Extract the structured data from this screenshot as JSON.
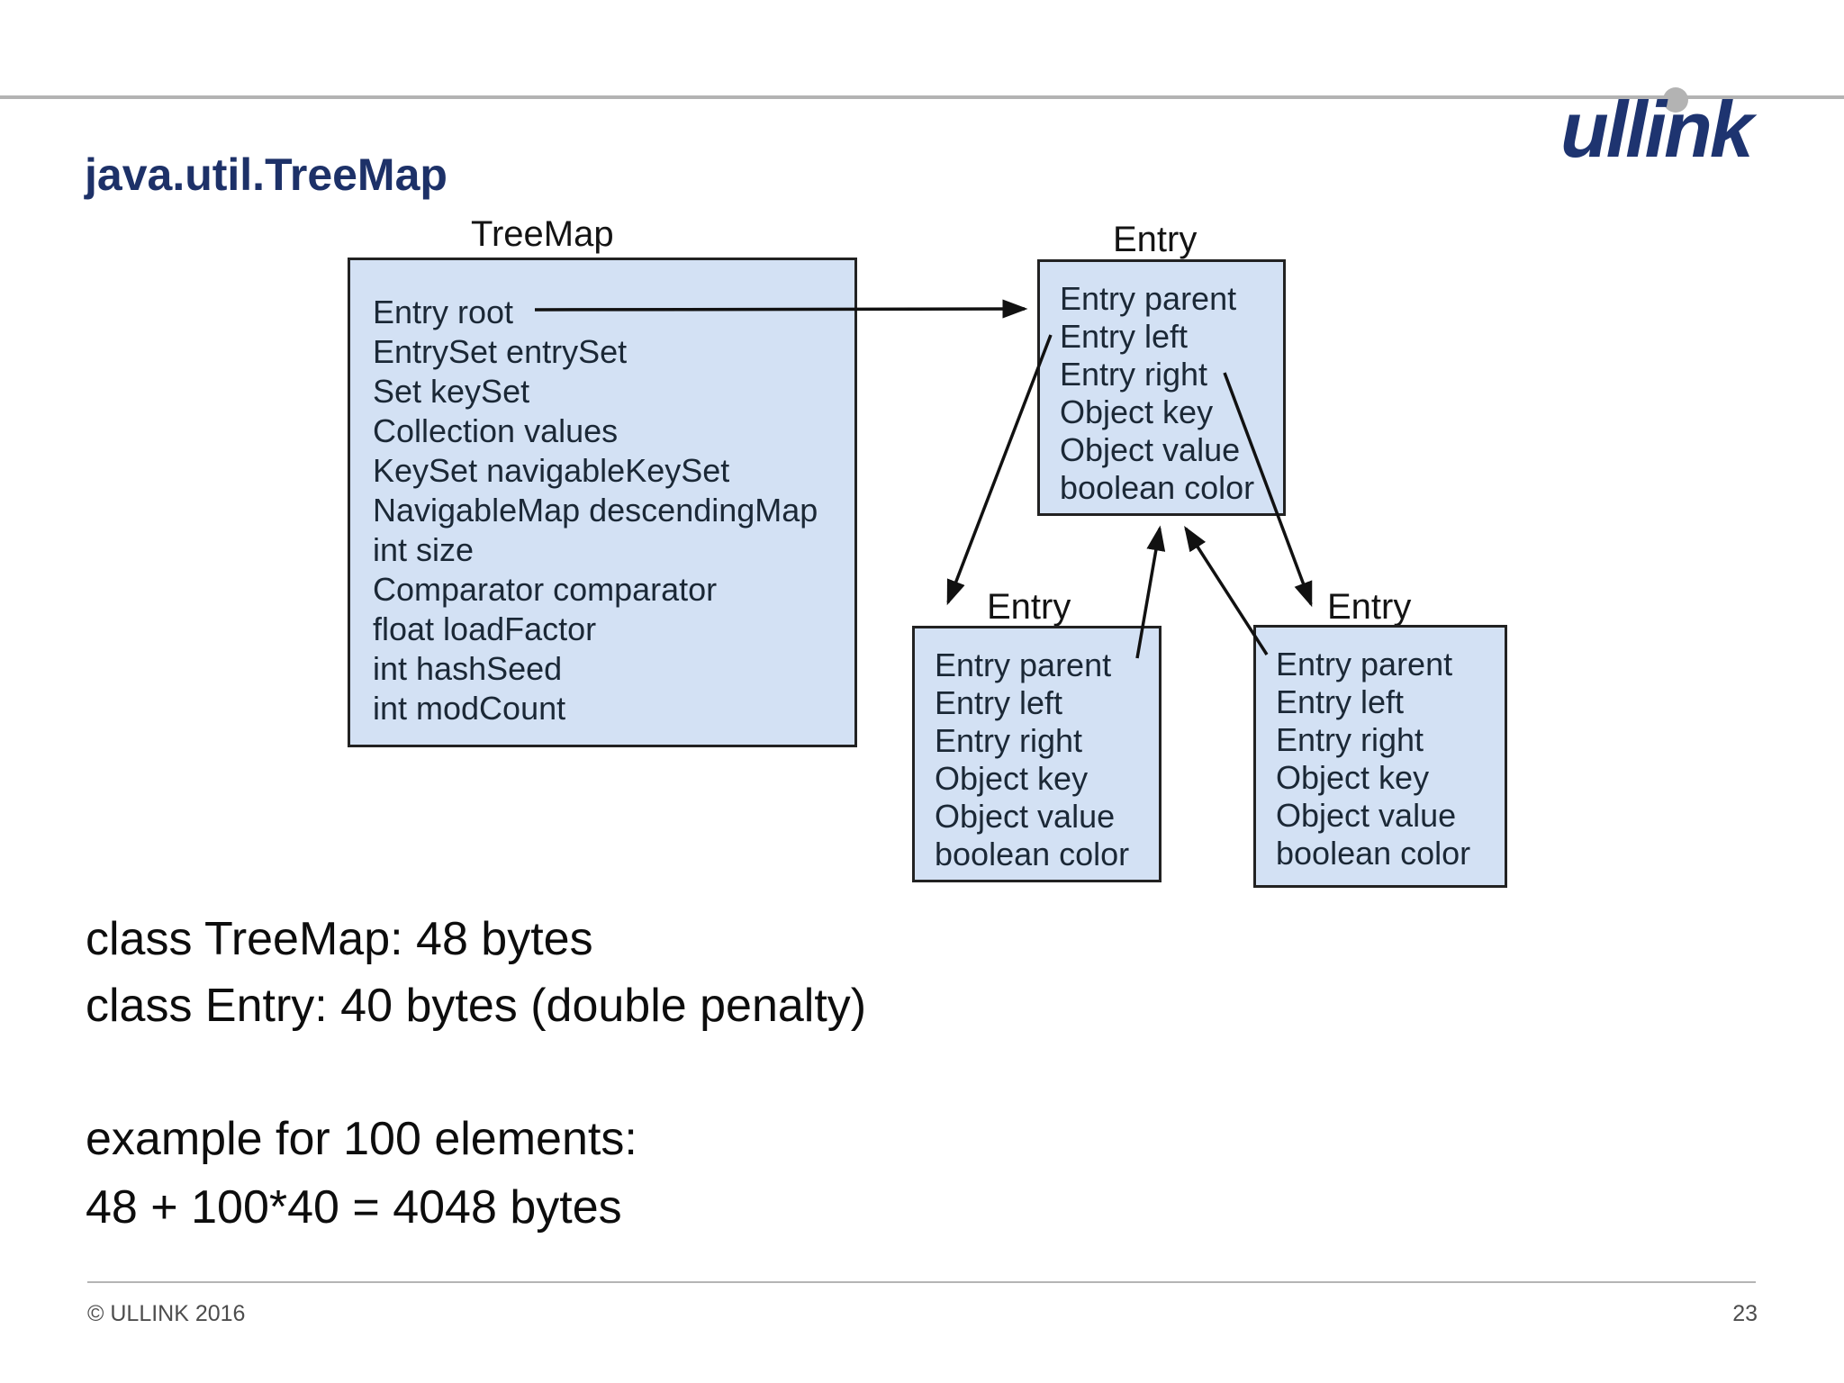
{
  "header": {
    "title": "java.util.TreeMap",
    "logo_text": "ullink",
    "brand_navy": "#1e3470",
    "rule_gray": "#b3b3b3"
  },
  "diagram": {
    "box_fill": "#d3e1f4",
    "box_border": "#222222",
    "arrow_color": "#111111",
    "treemap": {
      "title": "TreeMap",
      "fields": [
        "Entry root",
        "EntrySet entrySet",
        "Set keySet",
        "Collection values",
        "KeySet navigableKeySet",
        "NavigableMap descendingMap",
        "int size",
        "Comparator comparator",
        "float loadFactor",
        "int hashSeed",
        "int modCount"
      ]
    },
    "entry_root": {
      "title": "Entry",
      "fields": [
        "Entry parent",
        "Entry left",
        "Entry right",
        "Object key",
        "Object value",
        "boolean color"
      ]
    },
    "entry_left": {
      "title": "Entry",
      "fields": [
        "Entry parent",
        "Entry left",
        "Entry right",
        "Object key",
        "Object value",
        "boolean color"
      ]
    },
    "entry_right": {
      "title": "Entry",
      "fields": [
        "Entry parent",
        "Entry left",
        "Entry right",
        "Object key",
        "Object value",
        "boolean color"
      ]
    }
  },
  "body": {
    "line1": "class TreeMap: 48 bytes",
    "line2": "class Entry: 40 bytes (double penalty)",
    "line3": "example for 100 elements:",
    "line4": "48 + 100*40 = 4048 bytes"
  },
  "footer": {
    "copyright": "© ULLINK 2016",
    "page_number": "23"
  }
}
